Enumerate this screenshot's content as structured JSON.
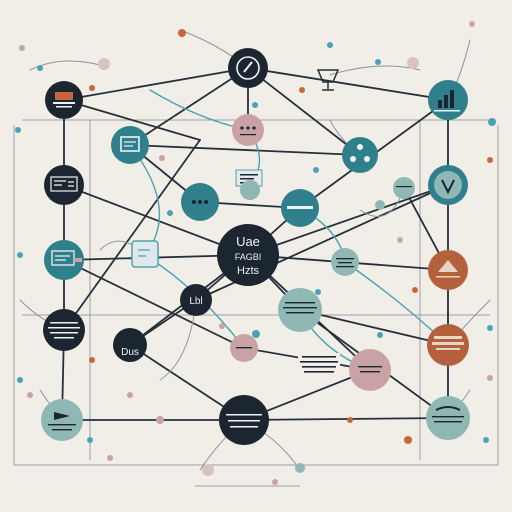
{
  "diagram": {
    "colors": {
      "background": "#f1eee7",
      "navy": "#1c2631",
      "teal": "#2f7f8c",
      "teal_light": "#8fb7b4",
      "mauve": "#c9a3a3",
      "rust": "#b5603d",
      "line_dark": "#26303a",
      "line_teal": "#4aa3b5",
      "line_grey": "#8d9499"
    },
    "labels": {
      "center_line1": "Uae",
      "center_line2": "FAGBI",
      "center_line3": "Hzts",
      "left_mid": "Lbl",
      "left_low": "Dus"
    },
    "nodes": [
      {
        "id": "top-hub",
        "kind": "navy",
        "icon": "hand-icon"
      },
      {
        "id": "top-right-chalice",
        "kind": "plain",
        "icon": "chalice-icon"
      },
      {
        "id": "left-top-badge",
        "kind": "navy",
        "icon": "box-icon"
      },
      {
        "id": "teal-screen",
        "kind": "teal",
        "icon": "screen-icon"
      },
      {
        "id": "mauve-top",
        "kind": "mauve",
        "icon": "dots-icon"
      },
      {
        "id": "right-top-chart",
        "kind": "teal",
        "icon": "bar-chart-icon"
      },
      {
        "id": "teal-triangle",
        "kind": "teal",
        "icon": "triangle-icon"
      },
      {
        "id": "left-dashboard",
        "kind": "navy",
        "icon": "dashboard-icon"
      },
      {
        "id": "center-note",
        "kind": "plain",
        "icon": "note-icon"
      },
      {
        "id": "small-teal-a",
        "kind": "teal_light",
        "icon": "none"
      },
      {
        "id": "right-shield",
        "kind": "teal",
        "icon": "shield-icon"
      },
      {
        "id": "green-chat",
        "kind": "teal",
        "icon": "chat-icon"
      },
      {
        "id": "teal-bar",
        "kind": "teal",
        "icon": "bar-icon"
      },
      {
        "id": "left-monitor",
        "kind": "teal",
        "icon": "monitor-icon"
      },
      {
        "id": "square-teal",
        "kind": "plain",
        "icon": "square-icon"
      },
      {
        "id": "center-hub",
        "kind": "navy",
        "icon": "none"
      },
      {
        "id": "small-teal-b",
        "kind": "teal_light",
        "icon": "none"
      },
      {
        "id": "right-rust",
        "kind": "rust",
        "icon": "hat-icon"
      },
      {
        "id": "left-text",
        "kind": "navy",
        "icon": "none"
      },
      {
        "id": "left-mid-navy",
        "kind": "navy",
        "icon": "none"
      },
      {
        "id": "right-mid-teal",
        "kind": "teal_light",
        "icon": "none"
      },
      {
        "id": "right-rust-low",
        "kind": "rust",
        "icon": "stack-icon"
      },
      {
        "id": "left-low-navy",
        "kind": "navy",
        "icon": "none"
      },
      {
        "id": "mauve-mid",
        "kind": "mauve",
        "icon": "none"
      },
      {
        "id": "center-text-block",
        "kind": "plain",
        "icon": "none"
      },
      {
        "id": "mauve-low",
        "kind": "mauve",
        "icon": "none"
      },
      {
        "id": "left-bottom-teal",
        "kind": "teal_light",
        "icon": "arrow-icon"
      },
      {
        "id": "bottom-navy",
        "kind": "navy",
        "icon": "none"
      },
      {
        "id": "right-bottom-teal",
        "kind": "teal_light",
        "icon": "wave-icon"
      }
    ]
  }
}
